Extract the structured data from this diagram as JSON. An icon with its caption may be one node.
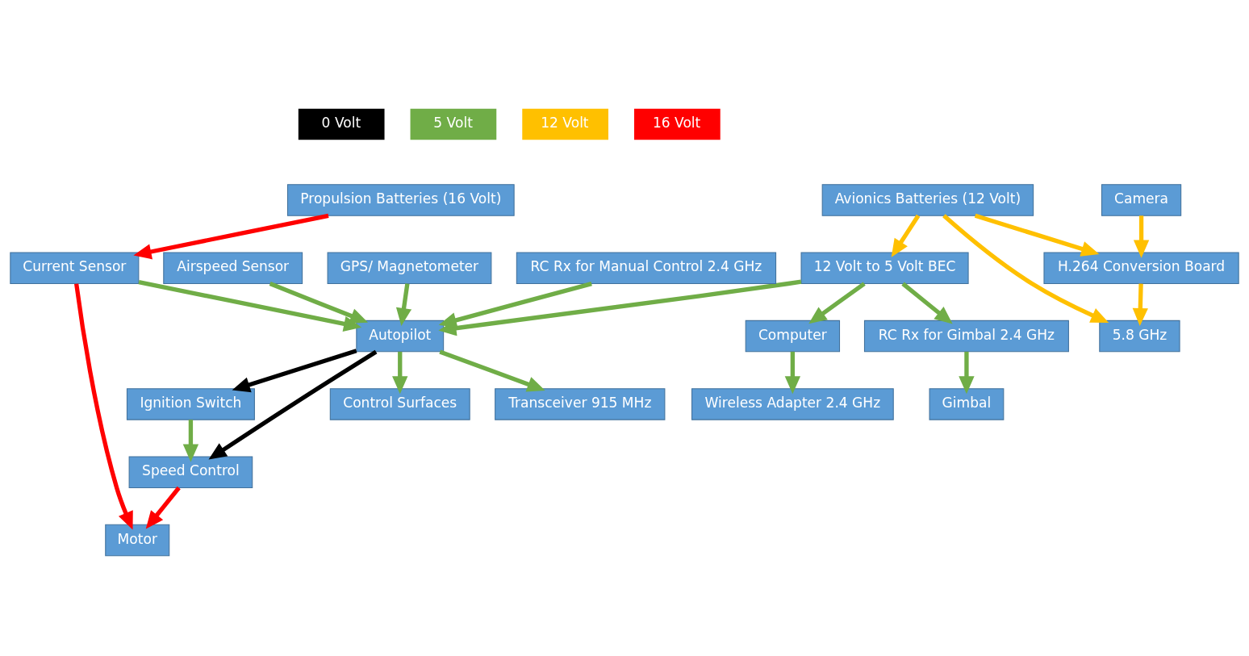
{
  "diagram": {
    "nodes": [
      {
        "text": [
          "Propulsion Batteries (16 Volt)"
        ]
      },
      {
        "text": [
          "Current Sensor"
        ]
      },
      {
        "text": [
          "Motor"
        ]
      },
      {
        "text": [
          "Avionics Batteries (12 Volt)"
        ]
      },
      {
        "text": [
          "Ignition Switch"
        ]
      },
      {
        "text": [
          "Speed Control"
        ]
      },
      {
        "text": [
          "Control Surfaces"
        ]
      },
      {
        "text": [
          "12 Volt to 5 Volt BEC"
        ]
      },
      {
        "text": [
          "H.264 Conversion Board"
        ]
      },
      {
        "text": [
          "Camera"
        ]
      },
      {
        "text": [
          "Airspeed Sensor"
        ]
      },
      {
        "text": [
          "Autopilot"
        ]
      },
      {
        "text": [
          "Gimbal"
        ]
      },
      {
        "text": [
          "GPS/ Magnetometer"
        ]
      },
      {
        "text": [
          "Computer"
        ]
      },
      {
        "text": [
          "RC Rx for Manual Control 2.4 GHz"
        ]
      },
      {
        "text": [
          "Transceiver 915 MHz"
        ]
      },
      {
        "text": [
          "Wireless Adapter 2.4 GHz"
        ]
      },
      {
        "text": [
          "RC Rx for Gimbal 2.4 GHz"
        ]
      },
      {
        "text": [
          "5.8 GHz"
        ]
      }
    ],
    "edges": [
      {
        "from": 0,
        "to": 1,
        "arrow": "to",
        "color": "#ff0000"
      },
      {
        "from": 1,
        "to": 2,
        "arrow": "to",
        "color": "#ff0000"
      },
      {
        "from": 5,
        "to": 2,
        "arrow": "to",
        "color": "#ff0000"
      },
      {
        "from": 1,
        "to": 11,
        "arrow": "to"
      },
      {
        "from": 4,
        "to": 5,
        "arrow": "to"
      },
      {
        "from": 11,
        "to": 4,
        "arrow": "to",
        "color": "#000000"
      },
      {
        "from": 11,
        "to": 5,
        "arrow": "to",
        "color": "#000000"
      },
      {
        "from": 11,
        "to": 6,
        "arrow": "to"
      },
      {
        "from": 3,
        "to": 7,
        "arrow": "to",
        "color": "#ffc000"
      },
      {
        "from": 3,
        "to": 8,
        "arrow": "to",
        "color": "#ffc000"
      },
      {
        "from": 8,
        "to": 19,
        "arrow": "to",
        "color": "#ffc000"
      },
      {
        "from": 3,
        "to": 19,
        "arrow": "to",
        "color": "#ffc000"
      },
      {
        "from": 9,
        "to": 8,
        "arrow": "to",
        "color": "#ffc000"
      },
      {
        "from": 7,
        "to": 11,
        "arrow": "to"
      },
      {
        "from": 7,
        "to": 14,
        "arrow": "to"
      },
      {
        "from": 7,
        "to": 18,
        "arrow": "to"
      },
      {
        "from": 10,
        "to": 11,
        "arrow": "to"
      },
      {
        "from": 13,
        "to": 11,
        "arrow": "to"
      },
      {
        "from": 15,
        "to": 11,
        "arrow": "to"
      },
      {
        "from": 11,
        "to": 16,
        "arrow": "to"
      },
      {
        "from": 14,
        "to": 17,
        "arrow": "to"
      },
      {
        "from": 18,
        "to": 12,
        "arrow": "to"
      }
    ],
    "legend": [
      {
        "text": "0 Volt",
        "color": "#000000"
      },
      {
        "text": "5 Volt",
        "color": "#70ad47"
      },
      {
        "text": "12 Volt",
        "color": "#ffc000"
      },
      {
        "text": "16 Volt",
        "color": "#ff0000"
      }
    ]
  }
}
